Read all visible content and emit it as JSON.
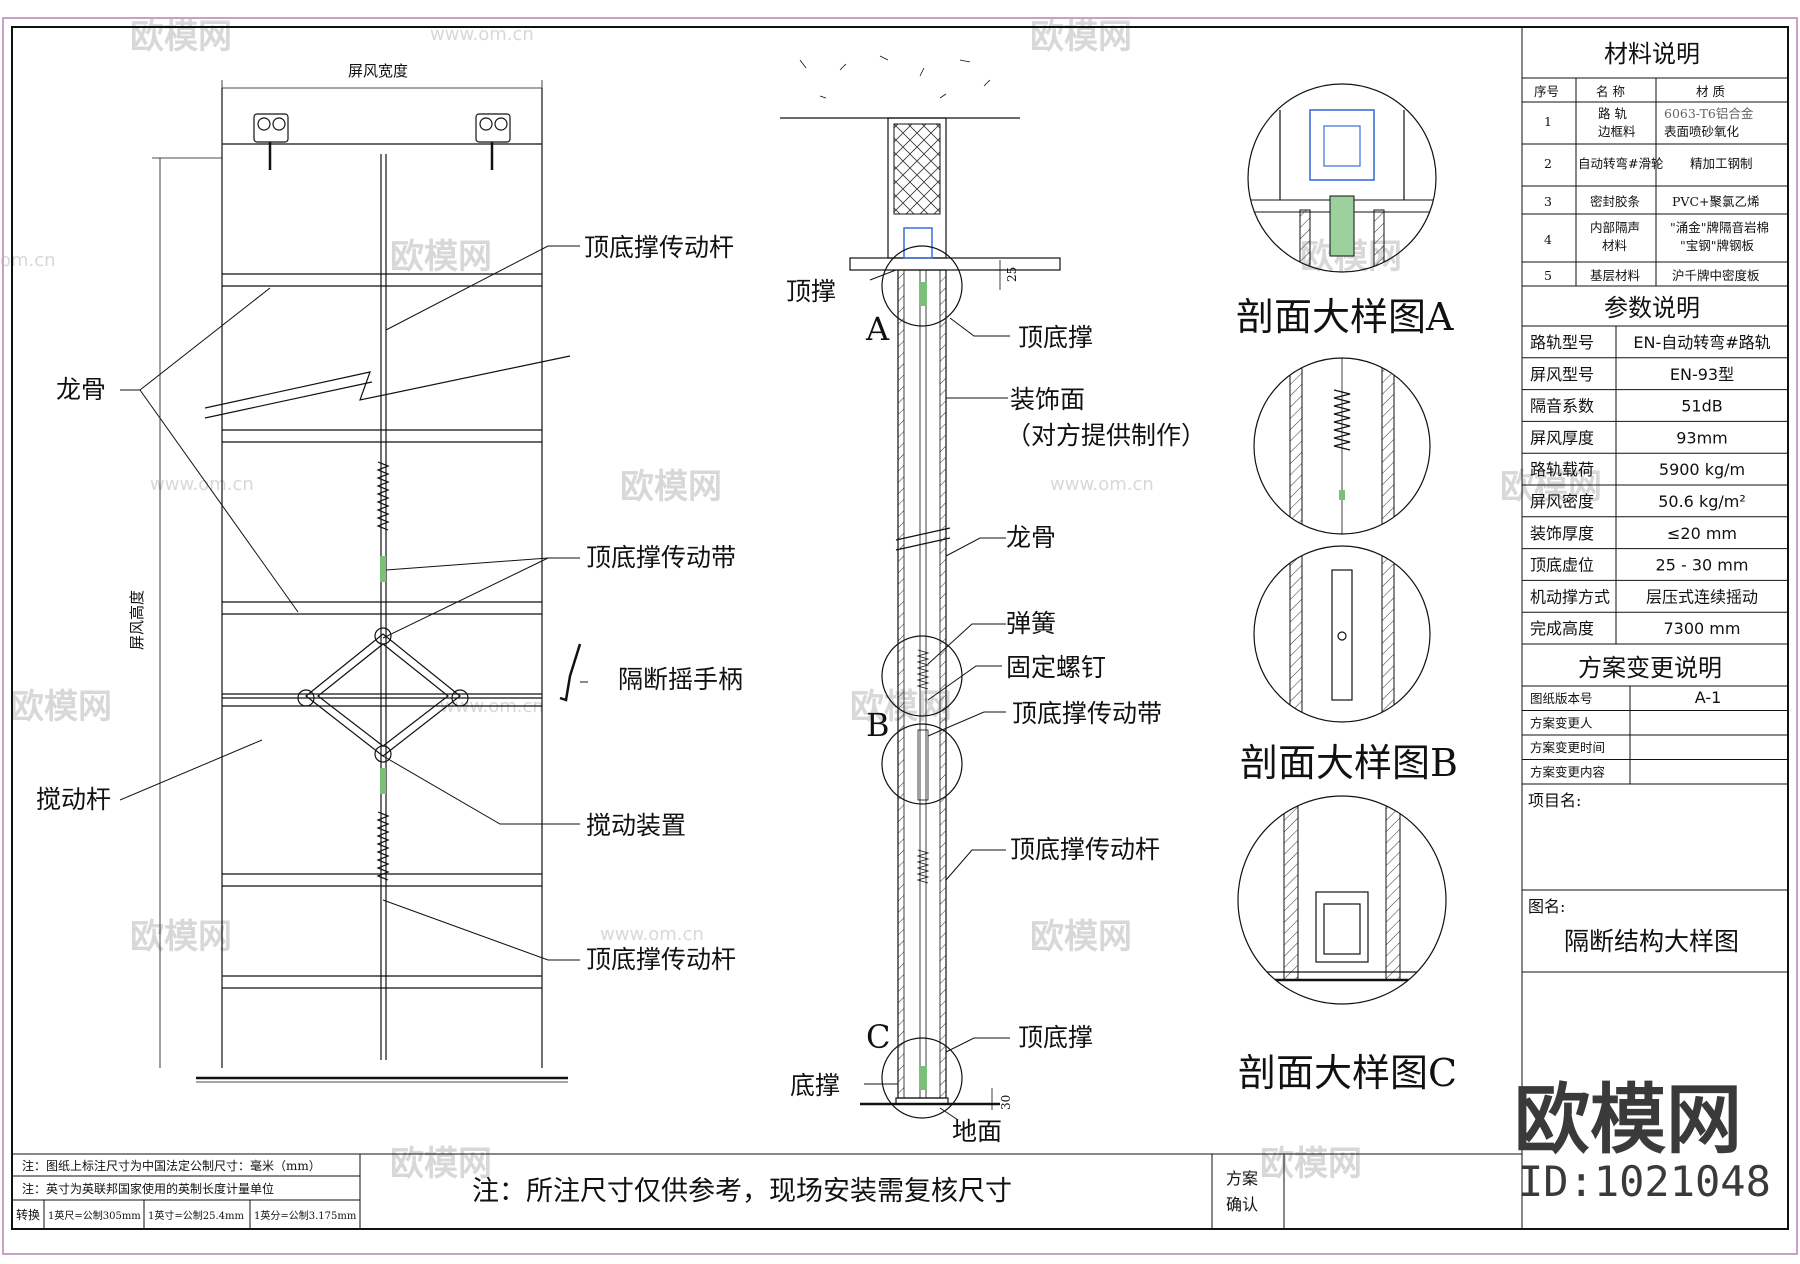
{
  "main_view": {
    "width_label": "屏风宽度",
    "height_label": "屏风高度",
    "callouts": {
      "rod_top": "顶底撑传动杆",
      "keel": "龙骨",
      "belt": "顶底撑传动带",
      "handle": "隔断摇手柄",
      "stir_rod": "搅动杆",
      "stir_device": "搅动装置",
      "rod_bottom": "顶底撑传动杆"
    }
  },
  "section_view": {
    "callouts": {
      "top_brace_left": "顶撑",
      "top_brace": "顶底撑",
      "decor": "装饰面",
      "decor_note": "（对方提供制作）",
      "keel": "龙骨",
      "spring": "弹簧",
      "screw": "固定螺钉",
      "belt": "顶底撑传动带",
      "rod": "顶底撑传动杆",
      "bottom_brace_right": "顶底撑",
      "bottom_brace": "底撑",
      "ground": "地面"
    },
    "markers": {
      "a": "A",
      "b": "B",
      "c": "C"
    },
    "dims": {
      "top": "25",
      "bottom": "30"
    }
  },
  "details": {
    "a": "剖面大样图A",
    "b": "剖面大样图B",
    "c": "剖面大样图C"
  },
  "materials": {
    "title": "材料说明",
    "headers": [
      "序号",
      "名 称",
      "材 质"
    ],
    "rows": [
      {
        "no": "1",
        "name1": "路 轨",
        "name2": "边框料",
        "mat1": "6063-T6铝合金",
        "mat2": "表面喷砂氧化"
      },
      {
        "no": "2",
        "name1": "自动转弯#滑轮",
        "name2": "",
        "mat1": "精加工钢制",
        "mat2": ""
      },
      {
        "no": "3",
        "name1": "密封胶条",
        "name2": "",
        "mat1": "PVC+聚氯乙烯",
        "mat2": ""
      },
      {
        "no": "4",
        "name1": "内部隔声",
        "name2": "材料",
        "mat1": "\"涌金\"牌隔音岩棉",
        "mat2": "\"宝钢\"牌钢板"
      },
      {
        "no": "5",
        "name1": "基层材料",
        "name2": "",
        "mat1": "沪千牌中密度板",
        "mat2": ""
      }
    ]
  },
  "params": {
    "title": "参数说明",
    "rows": [
      {
        "label": "路轨型号",
        "value": "EN-自动转弯#路轨"
      },
      {
        "label": "屏风型号",
        "value": "EN-93型"
      },
      {
        "label": "隔音系数",
        "value": "51dB"
      },
      {
        "label": "屏风厚度",
        "value": "93mm"
      },
      {
        "label": "路轨载荷",
        "value": "5900 kg/m"
      },
      {
        "label": "屏风密度",
        "value": "50.6 kg/m²"
      },
      {
        "label": "装饰厚度",
        "value": "≤20 mm"
      },
      {
        "label": "顶底虚位",
        "value": "25 - 30 mm"
      },
      {
        "label": "机动撑方式",
        "value": "层压式连续摇动"
      },
      {
        "label": "完成高度",
        "value": "7300 mm"
      }
    ]
  },
  "changes": {
    "title": "方案变更说明",
    "rows": [
      {
        "label": "图纸版本号",
        "value": "A-1"
      },
      {
        "label": "方案变更人",
        "value": ""
      },
      {
        "label": "方案变更时间",
        "value": ""
      },
      {
        "label": "方案变更内容",
        "value": ""
      }
    ],
    "project_label": "项目名:",
    "drawing_label": "图名:",
    "drawing_name": "隔断结构大样图"
  },
  "footer": {
    "note1": "注：图纸上标注尺寸为中国法定公制尺寸：毫米（mm）",
    "note2": "注：英寸为英联邦国家使用的英制长度计量单位",
    "convert_label": "转换",
    "conv1": "1英尺=公制305mm",
    "conv2": "1英寸=公制25.4mm",
    "conv3": "1英分=公制3.175mm",
    "main_note": "注：所注尺寸仅供参考，现场安装需复核尺寸",
    "confirm1": "方案",
    "confirm2": "确认"
  },
  "watermark": {
    "brand": "欧模网",
    "id": "ID:1021048",
    "url": "www.om.cn",
    "url_short": "om.cn"
  }
}
